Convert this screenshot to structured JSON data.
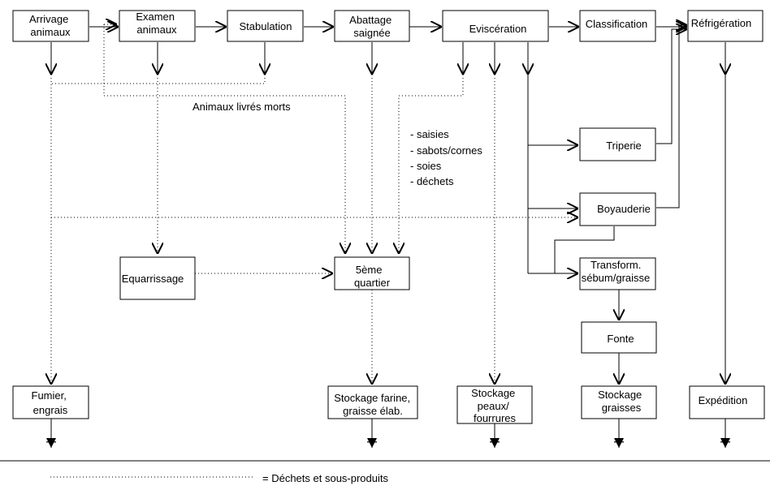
{
  "diagram": {
    "nodes": {
      "arrivage": [
        "Arrivage",
        "animaux"
      ],
      "examen": [
        "Examen",
        "animaux"
      ],
      "stabulation": [
        "Stabulation"
      ],
      "abattage": [
        "Abattage",
        "saignée"
      ],
      "evisceration": [
        "Eviscération"
      ],
      "classification": [
        "Classification"
      ],
      "refrigeration": [
        "Réfrigération"
      ],
      "triperie": [
        "Triperie"
      ],
      "boyauderie": [
        "Boyauderie"
      ],
      "transform": [
        "Transform.",
        "sébum/graisse"
      ],
      "fonte": [
        "Fonte"
      ],
      "equarrissage": [
        "Equarrissage"
      ],
      "cinquieme": [
        "5ème",
        "quartier"
      ],
      "fumier": [
        "Fumier,",
        "engrais"
      ],
      "stockage_farine": [
        "Stockage farine,",
        "graisse élab."
      ],
      "stockage_peaux": [
        "Stockage",
        "peaux/",
        "fourrures"
      ],
      "stockage_graisses": [
        "Stockage",
        "graisses"
      ],
      "expedition": [
        "Expédition"
      ]
    },
    "labels": {
      "animaux_morts": "Animaux livrés morts",
      "saisies": "- saisies",
      "sabots": "- sabots/cornes",
      "soies": "- soies",
      "dechets": "- déchets"
    },
    "legend": {
      "text": "= Déchets et sous-produits"
    }
  }
}
